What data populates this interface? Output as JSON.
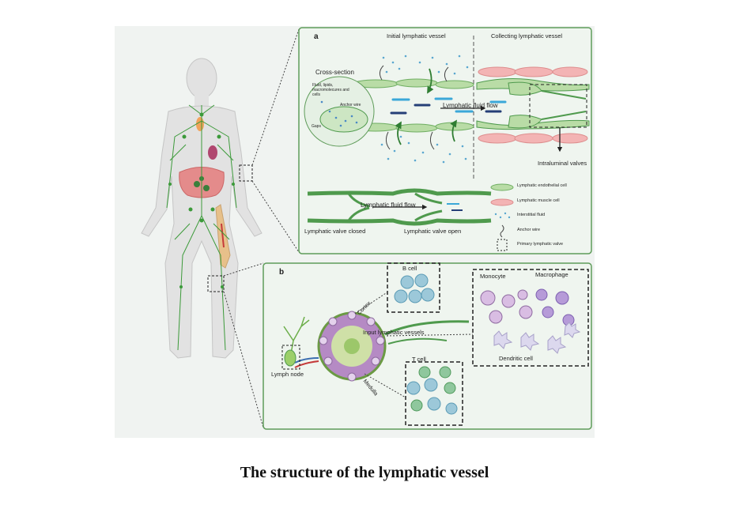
{
  "caption": "The structure of the lymphatic vessel",
  "panel_a": {
    "letter": "a",
    "initial_vessel": "Initial lymphatic vessel",
    "collecting_vessel": "Collecting lymphatic vessel",
    "cross_section": "Cross-section",
    "cross_contents": "Fluid, lipids, macromolecures and cells",
    "anchor_wire_label": "Anchor wire",
    "gaps": "Gaps",
    "fluid_flow": "Lymphatic fluid flow",
    "intraluminal_valves": "Intraluminal valves",
    "valve_fluid_flow": "Lymphatic fluid flow",
    "valve_closed": "Lymphatic valve closed",
    "valve_open": "Lymphatic valve open",
    "legend": [
      "Lymphatic endothelial cell",
      "Lymphatic muscle cell",
      "Interstitial fluid",
      "Anchor wire",
      "Primary lymphatic valve"
    ]
  },
  "panel_b": {
    "letter": "b",
    "b_cell": "B cell",
    "t_cell": "T cell",
    "monocyte": "Monocyte",
    "macrophage": "Macrophage",
    "dendritic": "Dendritic cell",
    "cortex": "Cortex",
    "medulla": "Medulla",
    "input_vessels": "Input lymphatic vessels",
    "lymph_node": "Lymph node"
  },
  "colors": {
    "endothelial": "#b9dca6",
    "muscle": "#f3b4b4",
    "vessel_green": "#4f9a4d",
    "b_cell": "#9cc8d9",
    "t_cell": "#8fc79d",
    "monocyte": "#d9bde3",
    "node_purple": "#b58ac4"
  }
}
